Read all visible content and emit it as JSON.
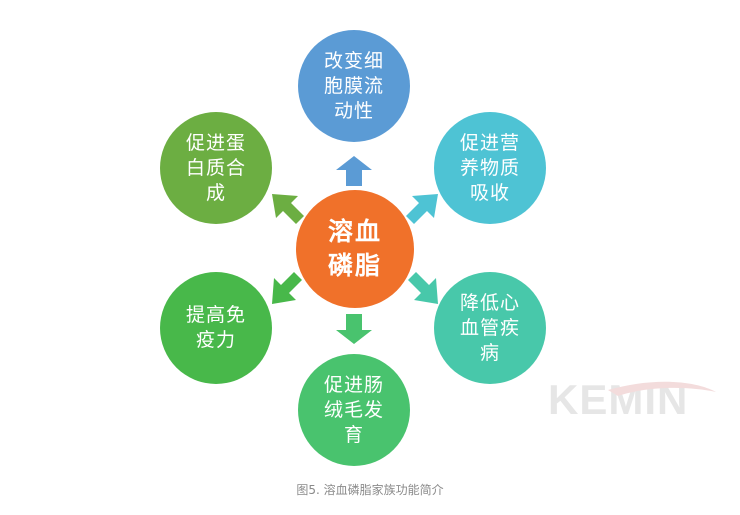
{
  "diagram": {
    "center": {
      "label": "溶血\n磷脂",
      "color": "#f0712a"
    },
    "nodes": [
      {
        "id": "membrane",
        "label": "改变细\n胞膜流\n动性",
        "color": "#5b9bd5"
      },
      {
        "id": "nutrient",
        "label": "促进营\n养物质\n吸收",
        "color": "#4ec3d4"
      },
      {
        "id": "cardio",
        "label": "降低心\n血管疾\n病",
        "color": "#48c8aa"
      },
      {
        "id": "villi",
        "label": "促进肠\n绒毛发\n育",
        "color": "#49c36e"
      },
      {
        "id": "immunity",
        "label": "提高免\n疫力",
        "color": "#48b84a"
      },
      {
        "id": "protein",
        "label": "促进蛋\n白质合\n成",
        "color": "#6cae42"
      }
    ]
  },
  "caption": "图5. 溶血磷脂家族功能简介",
  "watermark": "KEMIN",
  "colors": {
    "watermark": "#e6e6e6",
    "caption": "#8a8a8a"
  }
}
